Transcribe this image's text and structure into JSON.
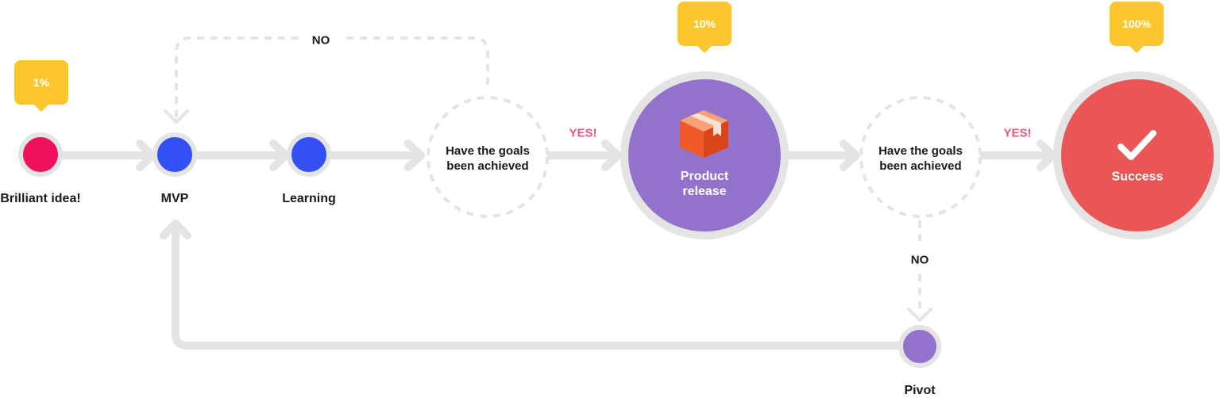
{
  "nodes": {
    "idea": "Brilliant idea!",
    "mvp": "MVP",
    "learning": "Learning",
    "pivot": "Pivot"
  },
  "decisions": {
    "first": [
      "Have the goals",
      "been achieved"
    ],
    "second": [
      "Have the goals",
      "been achieved"
    ]
  },
  "milestones": {
    "release": [
      "Product",
      "release"
    ],
    "success": "Success"
  },
  "answers": {
    "no_top": "NO",
    "yes_first": "YES!",
    "yes_second": "YES!",
    "no_bottom": "NO"
  },
  "badges": {
    "idea": "1%",
    "release": "10%",
    "success": "100%"
  },
  "colors": {
    "connector": "#e4e4e4",
    "idea": "#f0115a",
    "mvp": "#3350f5",
    "release": "#9272cb",
    "success": "#ea5556",
    "pivot": "#9272cb",
    "badge": "#fcc62d",
    "yes": "#e8557c"
  },
  "icons": {
    "release": "package-box-icon",
    "success": "checkmark-icon"
  }
}
